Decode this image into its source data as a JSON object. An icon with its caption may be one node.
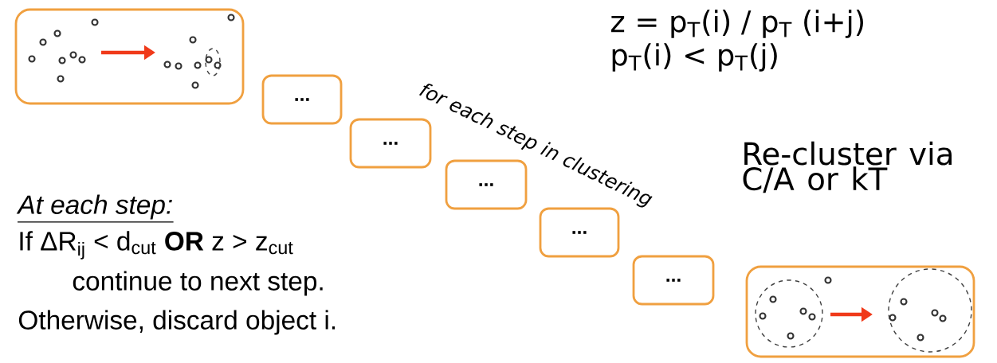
{
  "diagram": {
    "nodes": [
      {
        "text": [],
        "shape": "box"
      },
      {
        "text": [
          "..."
        ]
      },
      {
        "text": [
          "..."
        ]
      },
      {
        "text": [
          "..."
        ]
      },
      {
        "text": [
          "..."
        ]
      },
      {
        "text": [
          "..."
        ]
      },
      {
        "text": [],
        "shape": "box"
      }
    ],
    "labels": [
      "z = p$_{T}$(i) / p$_{T}$ (i+j)",
      "p$_{T}$(i)  < p$_{T}$(j)",
      "for each step in clustering",
      "Re-cluster via C/A or kT",
      "At each step:",
      "If  ΔR$_{ij}$ < d$_{cut}$ **OR**  z >  z$_{cut}$",
      "continue to next step.",
      "Otherwise, discard object i."
    ]
  }
}
